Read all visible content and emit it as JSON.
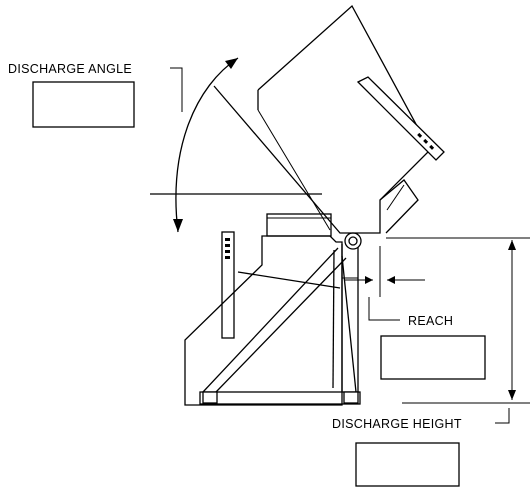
{
  "labels": {
    "discharge_angle": "DISCHARGE ANGLE",
    "reach": "REACH",
    "discharge_height": "DISCHARGE HEIGHT"
  },
  "colors": {
    "line": "#000000",
    "background": "#ffffff"
  }
}
